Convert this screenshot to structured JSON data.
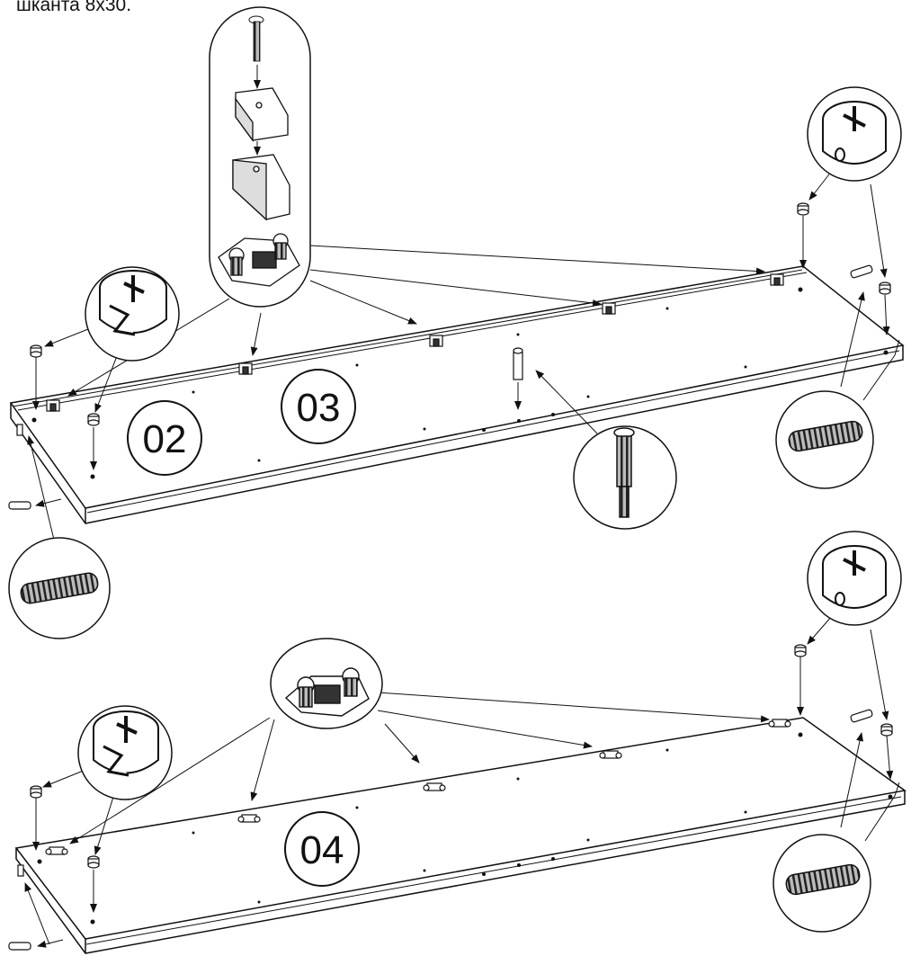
{
  "caption": "шканта 8х30.",
  "part_labels": {
    "panel_02": "02",
    "panel_03": "03",
    "panel_04": "04"
  },
  "colors": {
    "line": "#111111",
    "panel_edge": "#222222",
    "background": "#ffffff"
  },
  "icons": [
    "eccentric-cam-icon",
    "wood-dowel-icon",
    "cam-bolt-icon",
    "hinge-plate-icon",
    "screw-icon",
    "drawer-runner-icon"
  ]
}
